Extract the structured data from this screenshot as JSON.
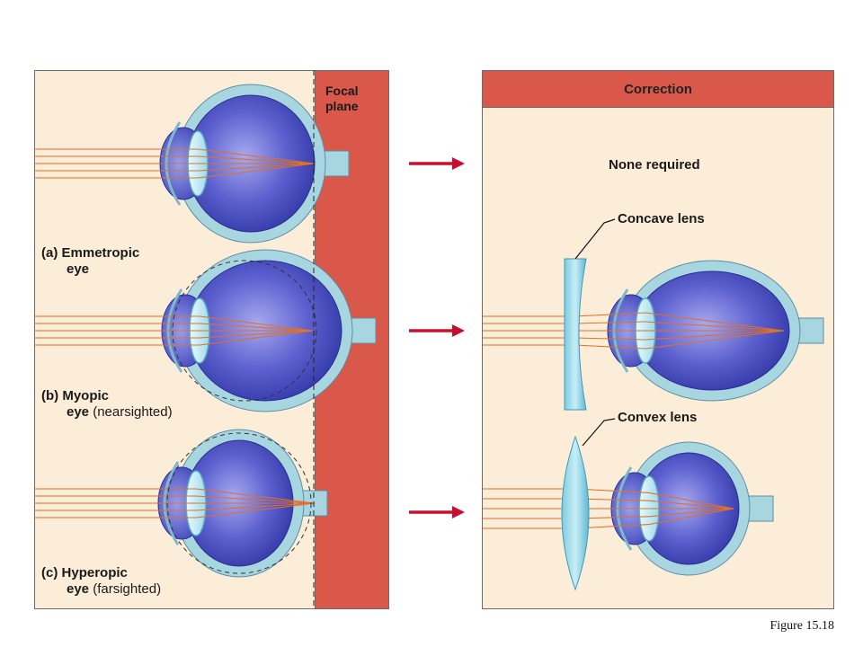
{
  "colors": {
    "background": "#fcedd8",
    "focal_plane": "#d9584a",
    "correction_bar": "#d9584a",
    "arrow": "#c8102e",
    "light_ray": "#e0702a",
    "sclera": "#a8d6e0",
    "eyeball": "#4a4fbf",
    "lens": "#c4ecf5"
  },
  "left_panel": {
    "focal_plane_label": "Focal plane",
    "cases": [
      {
        "letter": "(a)",
        "title": "Emmetropic",
        "line2_bold": "eye",
        "line2_normal": ""
      },
      {
        "letter": "(b)",
        "title": "Myopic",
        "line2_bold": "eye",
        "line2_normal": "(nearsighted)"
      },
      {
        "letter": "(c)",
        "title": "Hyperopic",
        "line2_bold": "eye",
        "line2_normal": "(farsighted)"
      }
    ]
  },
  "right_panel": {
    "header": "Correction",
    "none_required": "None required",
    "concave_label": "Concave lens",
    "convex_label": "Convex lens"
  },
  "caption": "Figure 15.18"
}
